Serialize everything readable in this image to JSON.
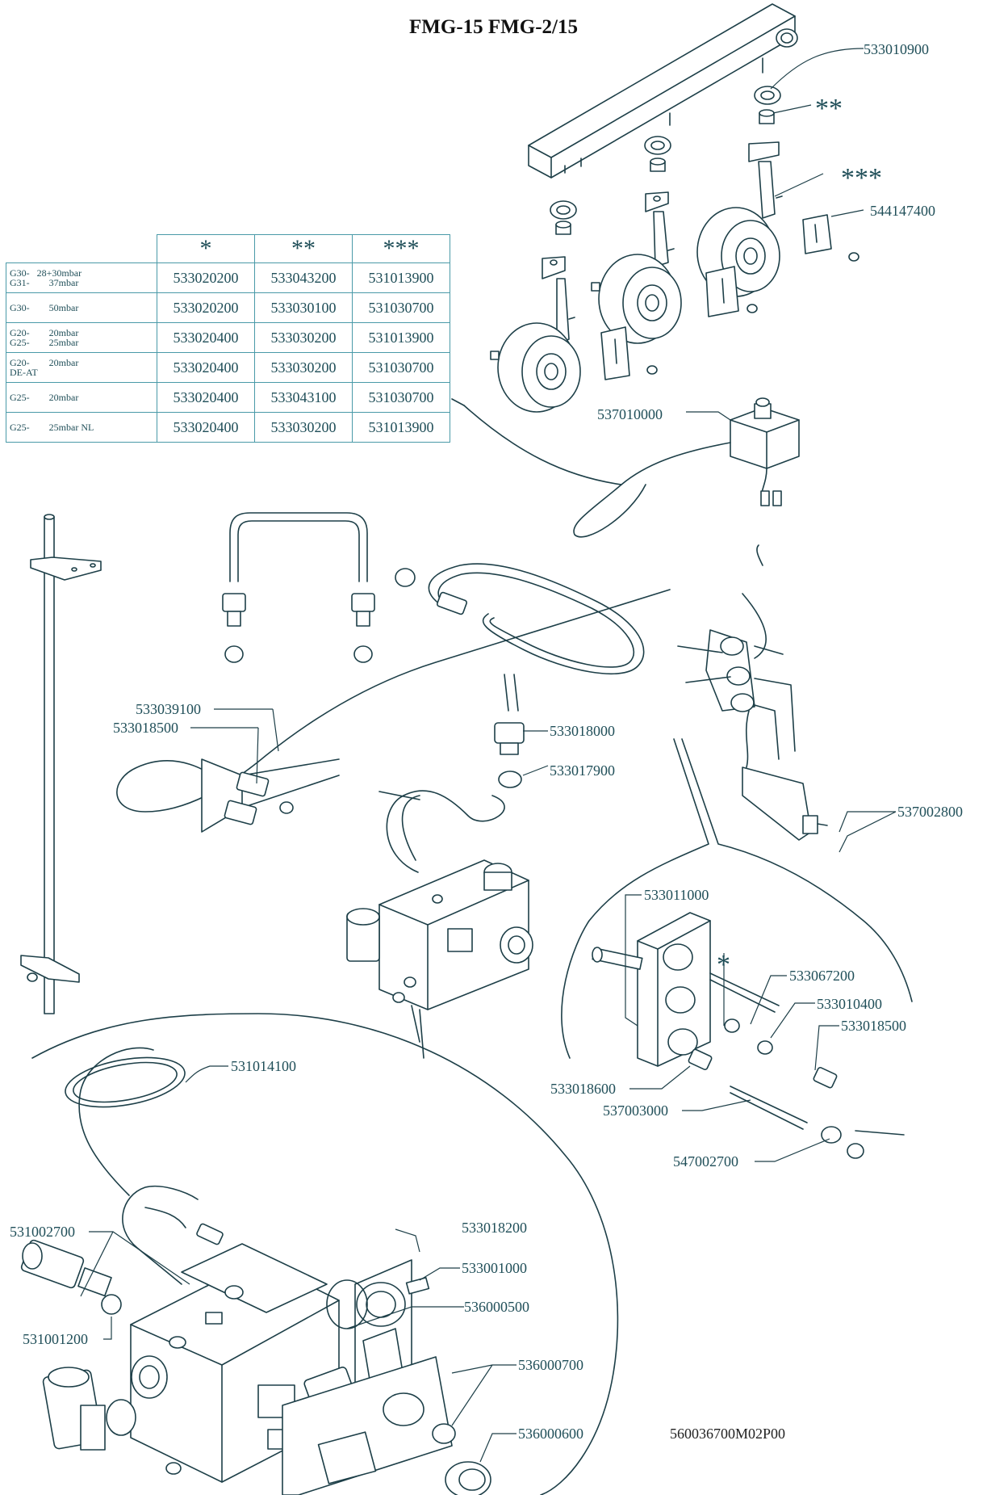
{
  "title": "FMG-15 FMG-2/15",
  "drawing_ref": "560036700M02P00",
  "nozzle_table": {
    "columns": [
      "*",
      "**",
      "***"
    ],
    "rows": [
      {
        "gas": [
          "G30-   28+30mbar",
          "G31-        37mbar"
        ],
        "values": [
          "533020200",
          "533043200",
          "531013900"
        ]
      },
      {
        "gas": [
          "G30-        50mbar"
        ],
        "values": [
          "533020200",
          "533030100",
          "531030700"
        ]
      },
      {
        "gas": [
          "G20-        20mbar",
          "G25-        25mbar"
        ],
        "values": [
          "533020400",
          "533030200",
          "531013900"
        ]
      },
      {
        "gas": [
          "G20-        20mbar",
          "DE-AT"
        ],
        "values": [
          "533020400",
          "533030200",
          "531030700"
        ]
      },
      {
        "gas": [
          "G25-        20mbar"
        ],
        "values": [
          "533020400",
          "533043100",
          "531030700"
        ]
      },
      {
        "gas": [
          "G25-        25mbar NL"
        ],
        "values": [
          "533020400",
          "533030200",
          "531013900"
        ]
      }
    ]
  },
  "callouts": {
    "c533010900": "533010900",
    "c_star2": "**",
    "c_star3": "***",
    "c544147400": "544147400",
    "c537010000": "537010000",
    "c533039100": "533039100",
    "c533018500a": "533018500",
    "c533018000": "533018000",
    "c533017900": "533017900",
    "c537002800": "537002800",
    "c533011000": "533011000",
    "c_star1": "*",
    "c533067200": "533067200",
    "c533010400": "533010400",
    "c533018500b": "533018500",
    "c533018600": "533018600",
    "c537003000": "537003000",
    "c547002700": "547002700",
    "c531014100": "531014100",
    "c531002700": "531002700",
    "c531001200": "531001200",
    "c533018200": "533018200",
    "c533001000": "533001000",
    "c536000500": "536000500",
    "c536000700": "536000700",
    "c536000600": "536000600"
  }
}
